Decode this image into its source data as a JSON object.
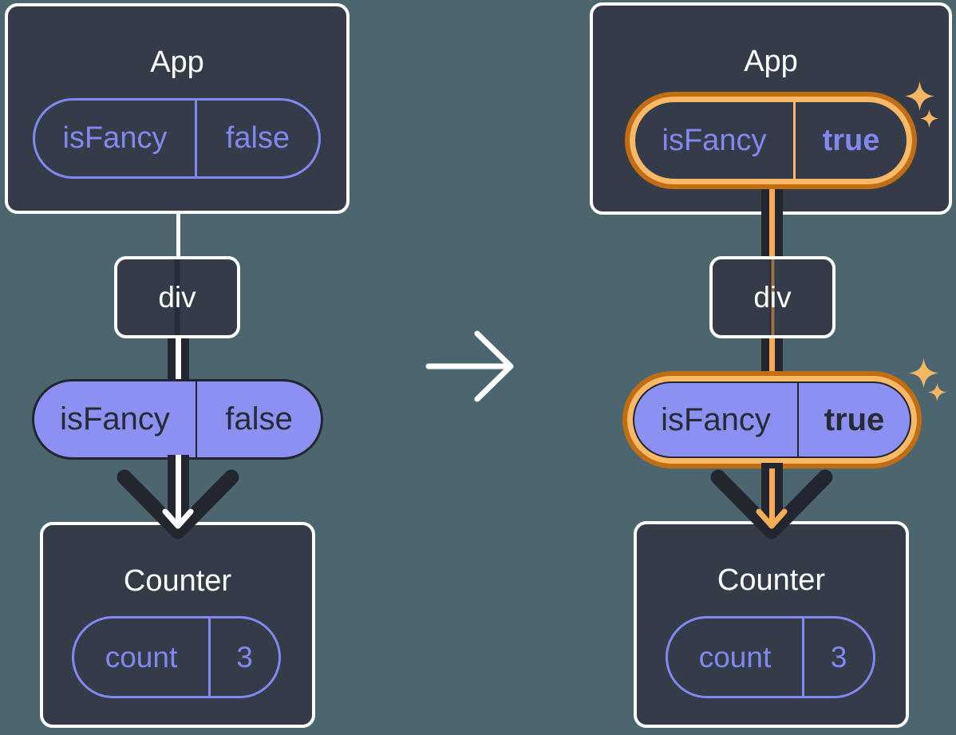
{
  "icons": {
    "transition_arrow": "right-arrow",
    "sparkle": "four-point-star"
  },
  "colors": {
    "background": "#4c6670",
    "card_background": "#343c4a",
    "card_border": "#ffffff",
    "purple": "#8289ee",
    "purple_fill": "#8b90f1",
    "dark_line": "#23262e",
    "white_line": "#ffffff",
    "orange_ring_dark": "#c26d12",
    "orange_ring_light": "#f9b966",
    "orange_line": "#f7ad55",
    "sparkle": "#f6b763"
  },
  "before": {
    "app": {
      "title": "App",
      "prop": {
        "name": "isFancy",
        "value": "false"
      }
    },
    "container": {
      "label": "div"
    },
    "passed_prop": {
      "name": "isFancy",
      "value": "false"
    },
    "counter": {
      "title": "Counter",
      "state": {
        "name": "count",
        "value": "3"
      }
    }
  },
  "after": {
    "app": {
      "title": "App",
      "prop": {
        "name": "isFancy",
        "value": "true"
      }
    },
    "container": {
      "label": "div"
    },
    "passed_prop": {
      "name": "isFancy",
      "value": "true"
    },
    "counter": {
      "title": "Counter",
      "state": {
        "name": "count",
        "value": "3"
      }
    }
  }
}
